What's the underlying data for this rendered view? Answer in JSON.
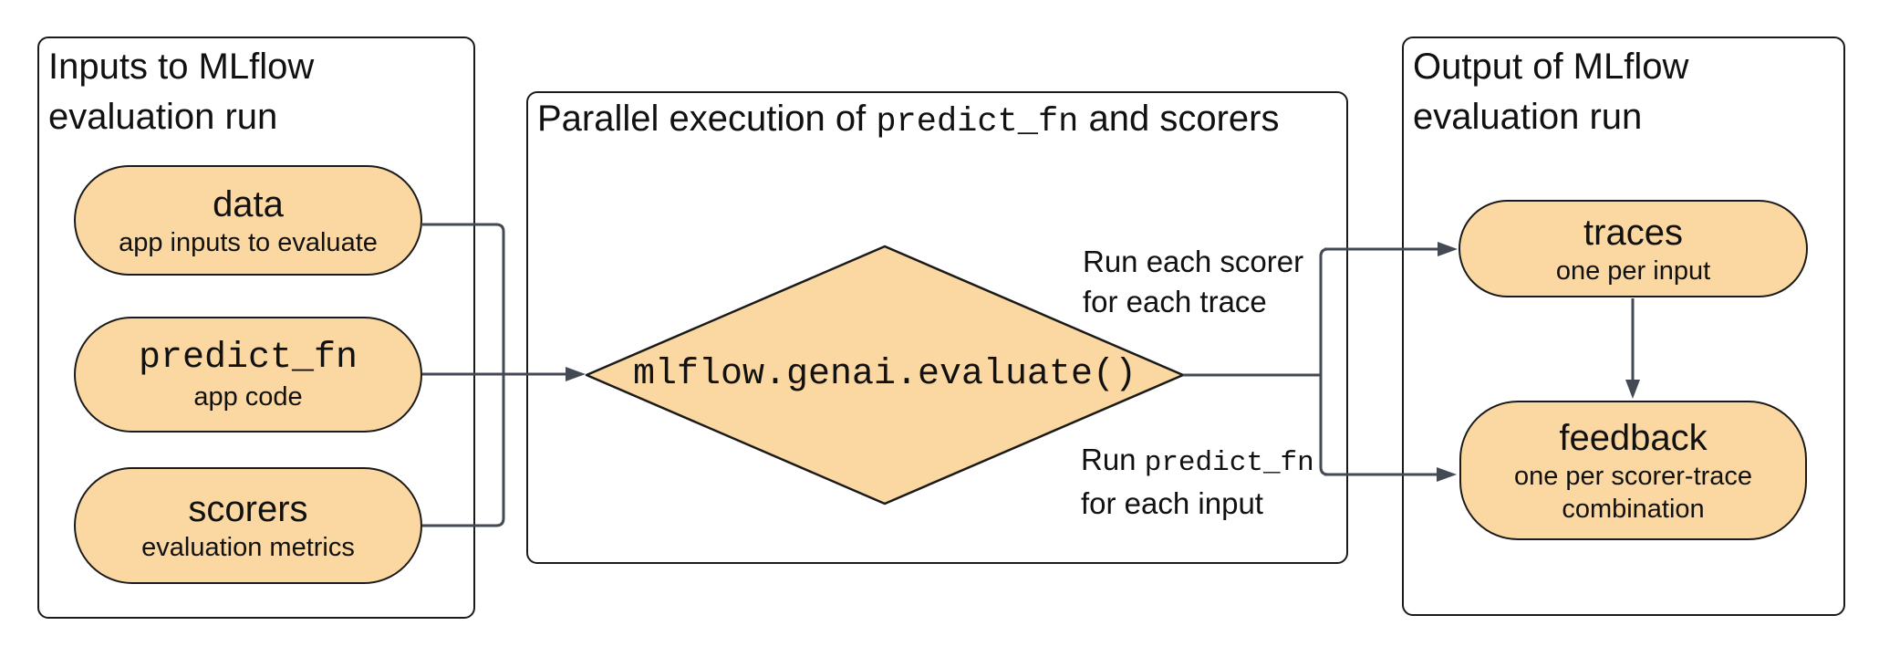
{
  "diagram": {
    "inputs_box": {
      "title_line1": "Inputs to MLflow",
      "title_line2": "evaluation run",
      "nodes": [
        {
          "label": "data",
          "sublabel": "app inputs to evaluate"
        },
        {
          "label": "predict_fn",
          "sublabel": "app code"
        },
        {
          "label": "scorers",
          "sublabel": "evaluation metrics"
        }
      ]
    },
    "process_box": {
      "title_prefix": "Parallel execution of ",
      "title_code": "predict_fn",
      "title_suffix": " and scorers",
      "diamond_label": "mlflow.genai.evaluate()"
    },
    "output_box": {
      "title_line1": "Output of MLflow",
      "title_line2": "evaluation run",
      "nodes": [
        {
          "label": "traces",
          "sublabel": "one per input"
        },
        {
          "label": "feedback",
          "sublabel_line1": "one per scorer-trace",
          "sublabel_line2": "combination"
        }
      ]
    },
    "edge_labels": {
      "scorer": {
        "line1": "Run each scorer",
        "line2": "for each trace"
      },
      "predict": {
        "line1_prefix": "Run ",
        "line1_code": "predict_fn",
        "line2": "for each input"
      }
    },
    "colors": {
      "node_fill": "#FBD7A1",
      "node_border": "#1A1A1A",
      "connector": "#434A54",
      "text": "#111111"
    }
  }
}
